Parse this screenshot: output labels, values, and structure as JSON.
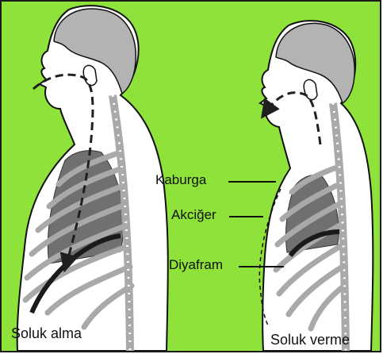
{
  "labels": {
    "rib": "Kaburga",
    "lung": "Akciğer",
    "diaphragm": "Diyafram"
  },
  "captions": {
    "inhale": "Soluk alma",
    "exhale": "Soluk verme"
  },
  "colors": {
    "background": "#8ee23a",
    "skin": "#ffffff",
    "outline": "#111111",
    "hair": "#b3b3b3",
    "lung": "#707070",
    "ribs_spine": "#a9a9a9",
    "airflow": "#1f1f1f"
  }
}
